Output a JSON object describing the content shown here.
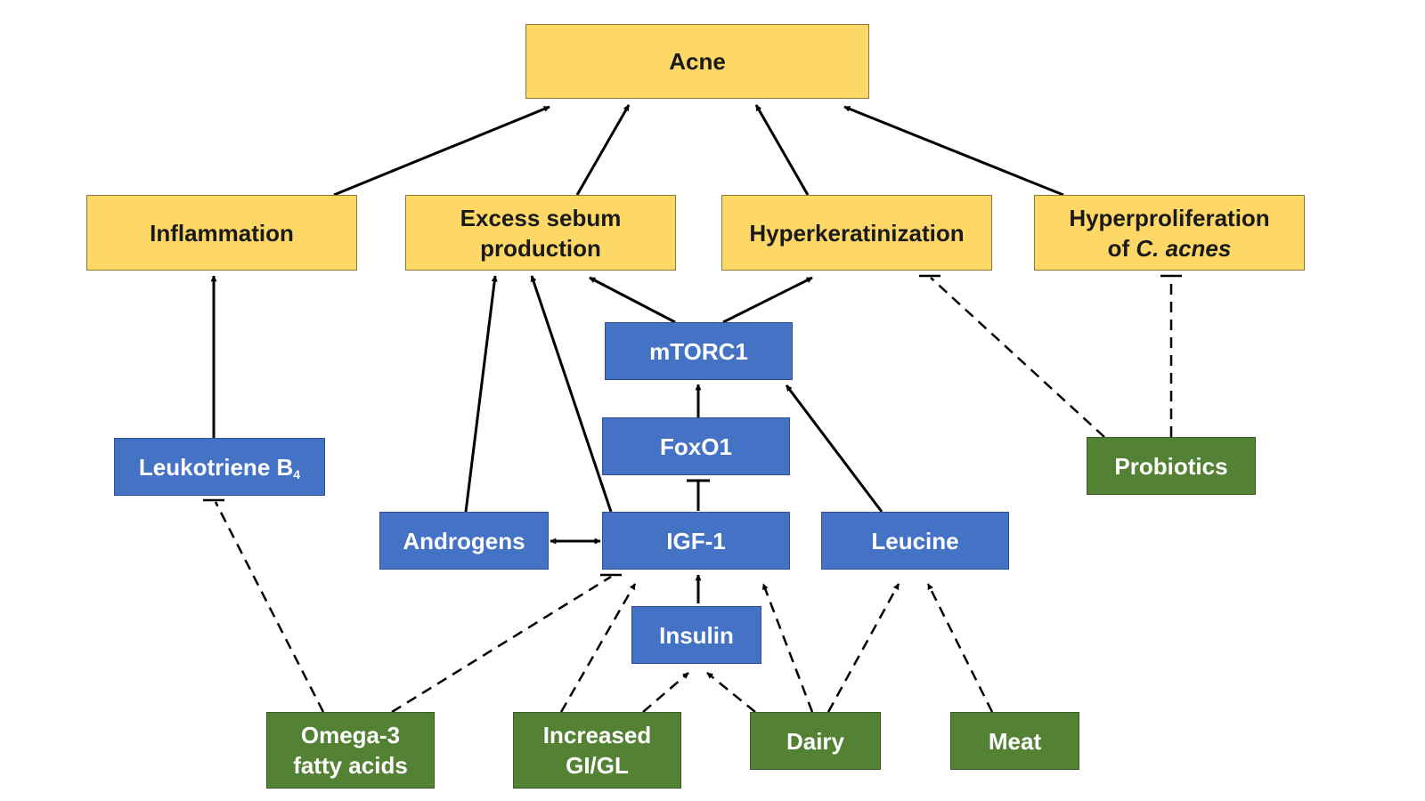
{
  "nodes": {
    "acne": "Acne",
    "inflammation": "Inflammation",
    "excess_sebum_line1": "Excess sebum",
    "excess_sebum_line2": "production",
    "hyperkeratinization": "Hyperkeratinization",
    "hyperproliferation_line1": "Hyperproliferation",
    "hyperproliferation_of": "of",
    "hyperproliferation_species": "C. acnes",
    "mtorc1": "mTORC1",
    "foxo1": "FoxO1",
    "leukotriene": "Leukotriene B",
    "leukotriene_sub": "4",
    "androgens": "Androgens",
    "igf1": "IGF-1",
    "leucine": "Leucine",
    "insulin": "Insulin",
    "probiotics": "Probiotics",
    "omega3_line1": "Omega-3",
    "omega3_line2": "fatty acids",
    "gi_line1": "Increased",
    "gi_line2": "GI/GL",
    "dairy": "Dairy",
    "meat": "Meat"
  },
  "colors": {
    "outcome": "#fdd866",
    "mediator": "#4472c4",
    "dietary_factor": "#548235",
    "line": "#000000"
  },
  "edges": [
    {
      "from": "Inflammation",
      "to": "Acne",
      "type": "activates",
      "style": "solid"
    },
    {
      "from": "Excess sebum production",
      "to": "Acne",
      "type": "activates",
      "style": "solid"
    },
    {
      "from": "Hyperkeratinization",
      "to": "Acne",
      "type": "activates",
      "style": "solid"
    },
    {
      "from": "Hyperproliferation of C. acnes",
      "to": "Acne",
      "type": "activates",
      "style": "solid"
    },
    {
      "from": "Leukotriene B4",
      "to": "Inflammation",
      "type": "activates",
      "style": "solid"
    },
    {
      "from": "Androgens",
      "to": "Excess sebum production",
      "type": "activates",
      "style": "solid"
    },
    {
      "from": "IGF-1",
      "to": "Excess sebum production",
      "type": "activates",
      "style": "solid"
    },
    {
      "from": "mTORC1",
      "to": "Excess sebum production",
      "type": "activates",
      "style": "solid"
    },
    {
      "from": "mTORC1",
      "to": "Hyperkeratinization",
      "type": "activates",
      "style": "solid"
    },
    {
      "from": "FoxO1",
      "to": "mTORC1",
      "type": "activates",
      "style": "solid"
    },
    {
      "from": "IGF-1",
      "to": "FoxO1",
      "type": "inhibits",
      "style": "solid"
    },
    {
      "from": "Leucine",
      "to": "mTORC1",
      "type": "activates",
      "style": "solid"
    },
    {
      "from": "Androgens",
      "to": "IGF-1",
      "type": "bidirectional",
      "style": "solid"
    },
    {
      "from": "Insulin",
      "to": "IGF-1",
      "type": "activates",
      "style": "solid"
    },
    {
      "from": "Probiotics",
      "to": "Hyperkeratinization",
      "type": "inhibits",
      "style": "dashed"
    },
    {
      "from": "Probiotics",
      "to": "Hyperproliferation of C. acnes",
      "type": "inhibits",
      "style": "dashed"
    },
    {
      "from": "Omega-3 fatty acids",
      "to": "Leukotriene B4",
      "type": "inhibits",
      "style": "dashed"
    },
    {
      "from": "Omega-3 fatty acids",
      "to": "IGF-1",
      "type": "inhibits",
      "style": "dashed"
    },
    {
      "from": "Increased GI/GL",
      "to": "IGF-1",
      "type": "activates",
      "style": "dashed"
    },
    {
      "from": "Increased GI/GL",
      "to": "Insulin",
      "type": "activates",
      "style": "dashed"
    },
    {
      "from": "Dairy",
      "to": "Insulin",
      "type": "activates",
      "style": "dashed"
    },
    {
      "from": "Dairy",
      "to": "IGF-1",
      "type": "activates",
      "style": "dashed"
    },
    {
      "from": "Dairy",
      "to": "Leucine",
      "type": "activates",
      "style": "dashed"
    },
    {
      "from": "Meat",
      "to": "Leucine",
      "type": "activates",
      "style": "dashed"
    }
  ]
}
